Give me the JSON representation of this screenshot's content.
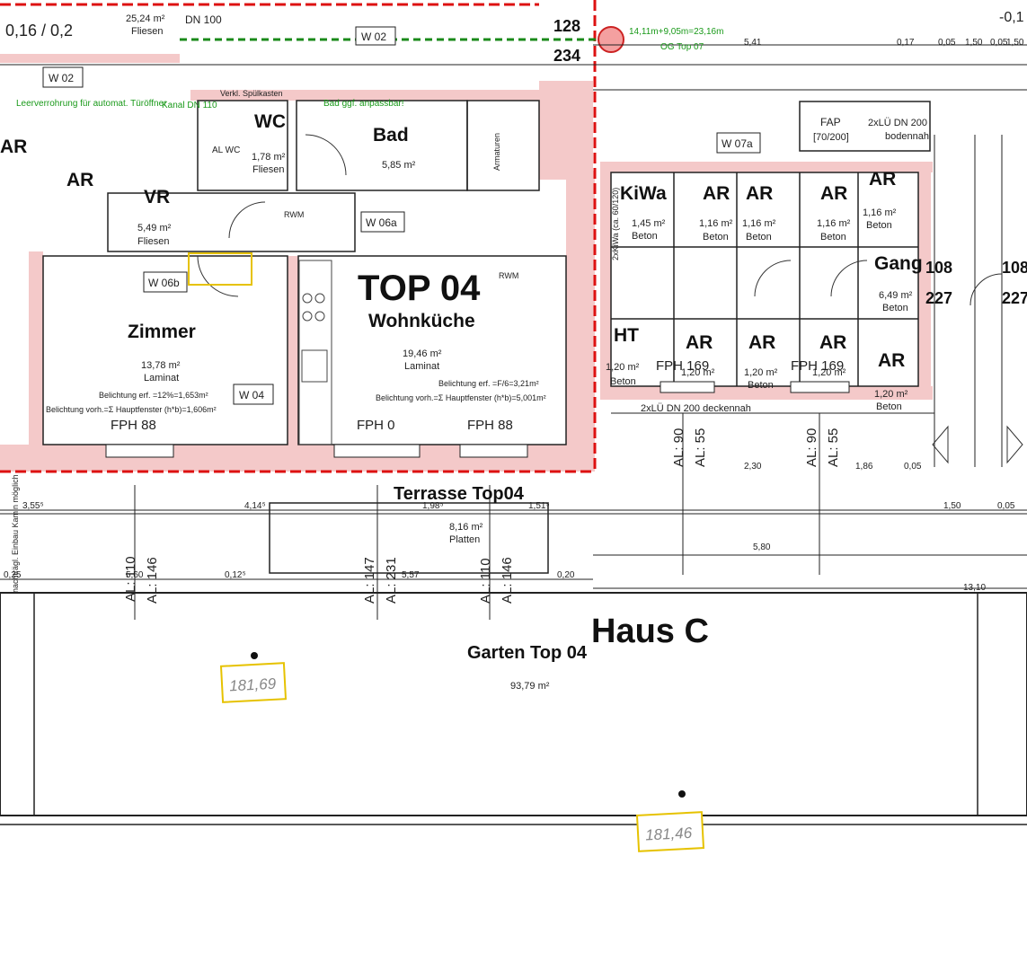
{
  "plan": {
    "unit_title": "TOP 04",
    "house": "Haus C",
    "garden": {
      "name": "Garten Top 04",
      "area": "93,79 m²"
    },
    "terrace": {
      "name": "Terrasse Top04",
      "area": "8,16 m²",
      "floor": "Platten"
    },
    "rooms": [
      {
        "name": "Wohnküche",
        "area": "19,46 m²",
        "floor": "Laminat"
      },
      {
        "name": "Zimmer",
        "area": "13,78 m²",
        "floor": "Laminat"
      },
      {
        "name": "VR",
        "area": "5,49 m²",
        "floor": "Fliesen"
      },
      {
        "name": "Bad",
        "area": "5,85 m²",
        "floor": ""
      },
      {
        "name": "WC",
        "area": "1,78 m²",
        "floor": "Fliesen"
      },
      {
        "name": "AR",
        "area": "",
        "floor": ""
      },
      {
        "name": "KiWa",
        "area": "1,45 m²",
        "floor": "Beton"
      },
      {
        "name": "Gang",
        "area": "6,49 m²",
        "floor": "Beton"
      },
      {
        "name": "HT",
        "area": "1,20 m²",
        "floor": "Beton"
      }
    ],
    "storage_label": "AR",
    "storage_areas": [
      "1,16 m²",
      "1,16 m²",
      "1,16 m²",
      "1,16 m²"
    ],
    "storage_floor": "Beton",
    "lower_storage_area": "1,20 m²",
    "windows": [
      "W 02",
      "W 06a",
      "W 06b",
      "W 04",
      "W 07a",
      "W 02"
    ],
    "fph": [
      "FPH 88",
      "FPH 0",
      "FPH 88",
      "FPH 169",
      "FPH 169"
    ],
    "belichtung_kitchen": [
      "Belichtung erf. =F/6=3,21m²",
      "Belichtung vorh.=Σ Hauptfenster (h*b)=5,001m²"
    ],
    "belichtung_room": [
      "Belichtung erf. =12%=1,653m²",
      "Belichtung vorh.=Σ Hauptfenster (h*b)=1,606m²"
    ],
    "elevations": [
      "181,69",
      "181,46"
    ],
    "fap": {
      "label": "FAP",
      "size": "[70/200]"
    },
    "luefter": [
      "2xLÜ DN 200",
      "bodennah"
    ],
    "luefter_bottom": "2xLÜ DN 200 deckennah",
    "top_dims": [
      "25,24 m²",
      "Fliesen",
      "DN 100",
      "14,11m+9,05m=23,16m",
      "OG Top 07",
      "5,41"
    ],
    "notes": [
      "Leerverrohrung für automat. Türöffner",
      "Bad ggf. anpassbar!",
      "Armaturen",
      "Verkl. Spülkasten",
      "nachträgl. Einbau Kamin möglich",
      "RWM",
      "AL WC",
      "Kanal DN 110"
    ],
    "al_labels": [
      "AL: 110",
      "AL: 146",
      "AL: 147",
      "AL: 231",
      "AL: 110",
      "AL: 146",
      "AL: 90",
      "AL: 55",
      "AL: 90",
      "AL: 55"
    ],
    "dims_row1": [
      "4,14⁵",
      "1,98⁵",
      "1,51⁵",
      "3,55⁵"
    ],
    "dims_row2": [
      "0,25",
      "5,60",
      "0,12⁵",
      "5,57",
      "0,20",
      "5,80",
      "13,10"
    ],
    "right_dims": [
      "2,30",
      "1,86",
      "0,05",
      "1,50",
      "0,05"
    ],
    "door_codes": [
      "108",
      "227",
      "108",
      "227"
    ],
    "rooms_small": [
      "1,20 m²",
      "1,20 m²",
      "1,20 m²"
    ],
    "ref_codes": [
      "128",
      "234",
      "2xKiWa (ca. 60/120)"
    ],
    "misc_left": [
      "AR",
      "0,16 / 0,2",
      "W 02"
    ],
    "right_top": [
      "0,17",
      "0,05",
      "1,50",
      "0,05",
      "1,50",
      "-0,1"
    ]
  }
}
